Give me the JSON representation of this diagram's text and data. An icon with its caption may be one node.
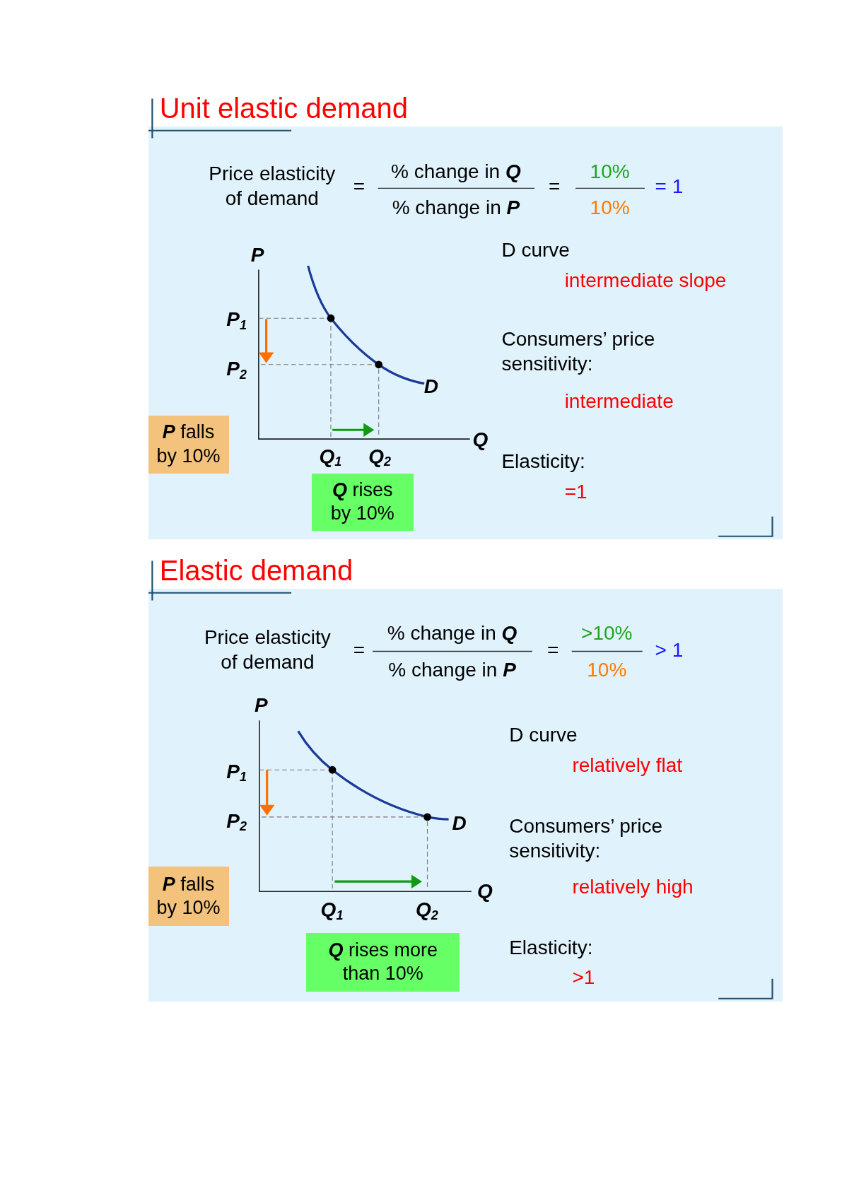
{
  "diagram": {
    "nodes": [
      {
        "text": [
          "Unit elastic demand"
        ]
      },
      {
        "text": [
          "**P** falls by 10%"
        ],
        "in": 0
      },
      {
        "text": [
          "**Q** rises by 10%"
        ],
        "in": 0
      },
      {
        "text": [
          "Elastic demand"
        ]
      },
      {
        "text": [
          "**P** falls by 10%"
        ],
        "in": 3
      },
      {
        "text": [
          "**Q** rises more than 10%"
        ],
        "in": 3
      }
    ],
    "labels": [
      "Price elasticity of demand",
      "=",
      "% change in **Q**",
      "% change in **P**",
      "=",
      "10%",
      "10%",
      "= 1",
      "P",
      "D curve",
      "intermediate slope",
      "P$_{1}$",
      "P$_{2}$",
      "Consumers’ price sensitivity:",
      "D",
      "intermediate",
      "Q",
      "Q$_{1}$",
      "Q$_{2}$",
      "Elasticity:",
      "=1",
      "Price elasticity of demand",
      "=",
      "% change in **Q**",
      "% change in **P**",
      "=",
      ">10%",
      "10%",
      "> 1",
      "P",
      "D curve",
      "relatively flat",
      "P$_{1}$",
      "P$_{2}$",
      "Consumers’ price sensitivity:",
      "D",
      "relatively high",
      "Q",
      "Q$_{1}$",
      "Q$_{2}$",
      "Elasticity:",
      ">1"
    ]
  }
}
